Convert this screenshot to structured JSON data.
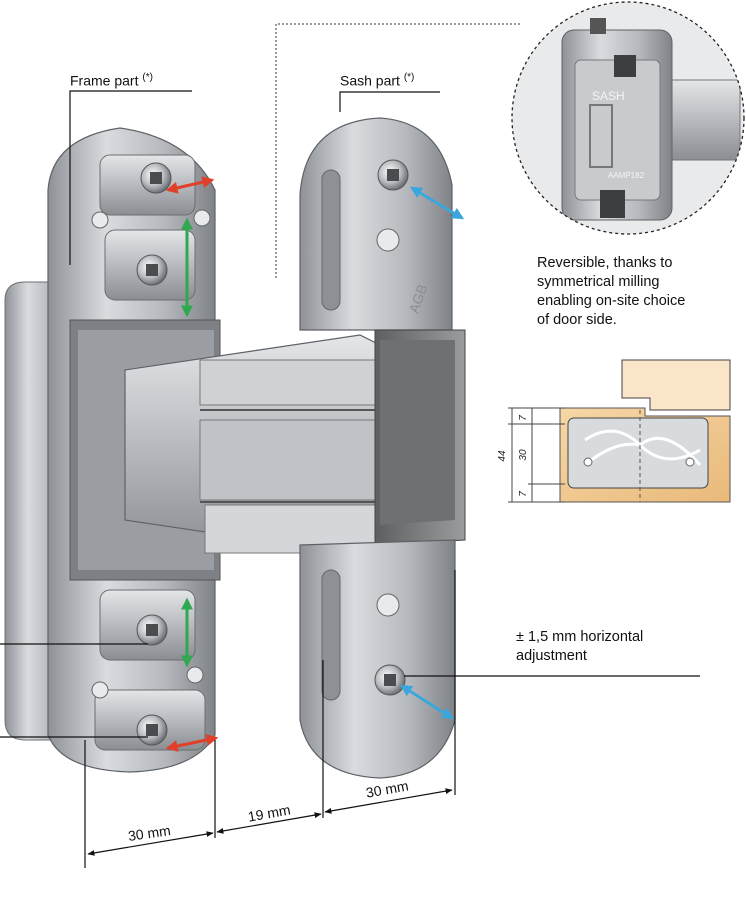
{
  "labels": {
    "frame_part": "Frame part",
    "sash_part": "Sash part",
    "asterisk": "(*)"
  },
  "callouts": {
    "reversible": [
      "Reversible, thanks to",
      "symmetrical milling",
      "enabling on-site choice",
      "of door side."
    ],
    "horizontal_adjustment": [
      "± 1,5 mm horizontal",
      "adjustment"
    ]
  },
  "dimensions": {
    "frame_width": "30 mm",
    "gap": "19 mm",
    "sash_width": "30 mm"
  },
  "section_drawing": {
    "total": "44",
    "top": "7",
    "middle": "30",
    "bottom": "7"
  },
  "zoom_plate_text": {
    "sash": "SASH",
    "code": "AAMP182"
  },
  "arrow_colors": {
    "red": "#e0402a",
    "green": "#2fa84f",
    "blue": "#3aa7dc"
  }
}
